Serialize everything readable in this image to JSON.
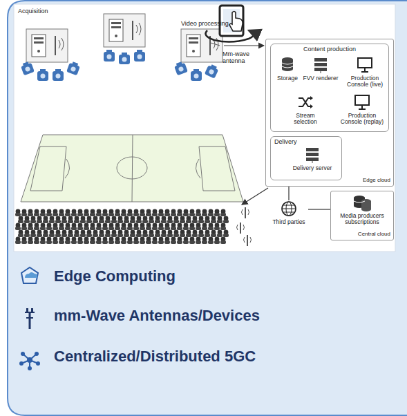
{
  "diagram": {
    "nodes": [
      {
        "text": [
          "Edge cloud"
        ]
      },
      {
        "text": [
          "Content production"
        ],
        "in": 0
      },
      {
        "text": [
          "Storage"
        ],
        "in": 1
      },
      {
        "text": [
          "FVV renderer"
        ],
        "in": 1
      },
      {
        "text": [
          "Production Console (live)"
        ],
        "in": 1
      },
      {
        "text": [
          "Stream selection"
        ],
        "in": 1
      },
      {
        "text": [
          "Production Console (replay)"
        ],
        "in": 1
      },
      {
        "text": [
          "Delivery"
        ],
        "in": 0
      },
      {
        "text": [
          "Delivery server"
        ],
        "in": 7
      },
      {
        "text": [
          "Third parties"
        ]
      },
      {
        "text": [
          "Central cloud"
        ]
      },
      {
        "text": [
          "Media producers subscriptions"
        ],
        "in": 10
      }
    ],
    "edges": [
      {
        "from": 0,
        "to": 9,
        "arrow": "none"
      },
      {
        "from": 9,
        "to": 10,
        "arrow": "none"
      }
    ],
    "labels": [
      "Acquisition",
      "Video processing",
      "Mm-wave antenna"
    ],
    "legend": [
      {
        "text": "Edge Computing"
      },
      {
        "text": "mm-Wave Antennas/Devices"
      },
      {
        "text": "Centralized/Distributed 5GC"
      }
    ]
  }
}
